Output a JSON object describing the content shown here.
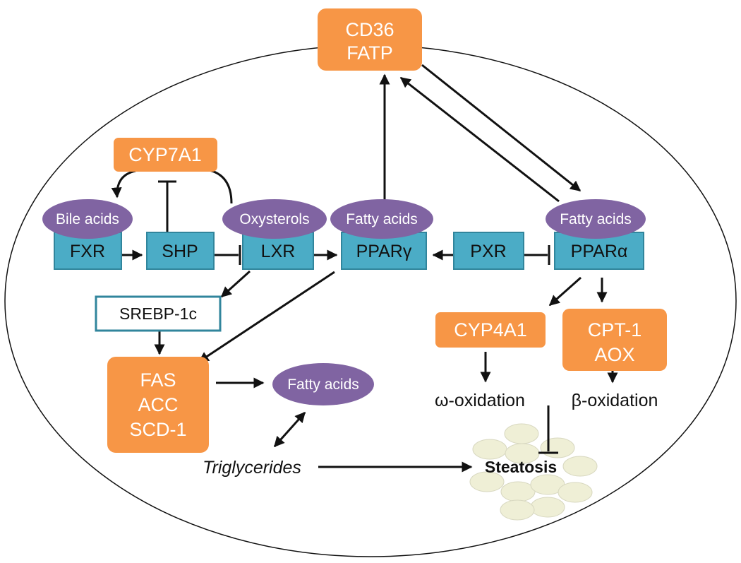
{
  "colors": {
    "orange": "#F79646",
    "teal": "#4BACC6",
    "purple": "#8064A2",
    "srebp_border": "#31859C",
    "cell_outline": "#111111",
    "droplet": "#EFEFD6"
  },
  "nodes": {
    "cd36": {
      "line1": "CD36",
      "line2": "FATP"
    },
    "cyp7a1": {
      "label": "CYP7A1"
    },
    "bile_acids": {
      "label": "Bile acids"
    },
    "oxysterols": {
      "label": "Oxysterols"
    },
    "fatty_acids_ppg": {
      "label": "Fatty acids"
    },
    "fatty_acids_ppa": {
      "label": "Fatty acids"
    },
    "fatty_acids_mid": {
      "label": "Fatty acids"
    },
    "fxr": {
      "label": "FXR"
    },
    "shp": {
      "label": "SHP"
    },
    "lxr": {
      "label": "LXR"
    },
    "pparg": {
      "label": "PPARγ"
    },
    "pxr": {
      "label": "PXR"
    },
    "ppara": {
      "label": "PPARα"
    },
    "srebp": {
      "label": "SREBP-1c"
    },
    "fas": {
      "line1": "FAS",
      "line2": "ACC",
      "line3": "SCD-1"
    },
    "cyp4a1": {
      "label": "CYP4A1"
    },
    "cpt1": {
      "line1": "CPT-1",
      "line2": "AOX"
    },
    "omega_ox": {
      "label": "ω-oxidation"
    },
    "beta_ox": {
      "label": "β-oxidation"
    },
    "triglycerides": {
      "label": "Triglycerides"
    },
    "steatosis": {
      "label": "Steatosis"
    }
  }
}
